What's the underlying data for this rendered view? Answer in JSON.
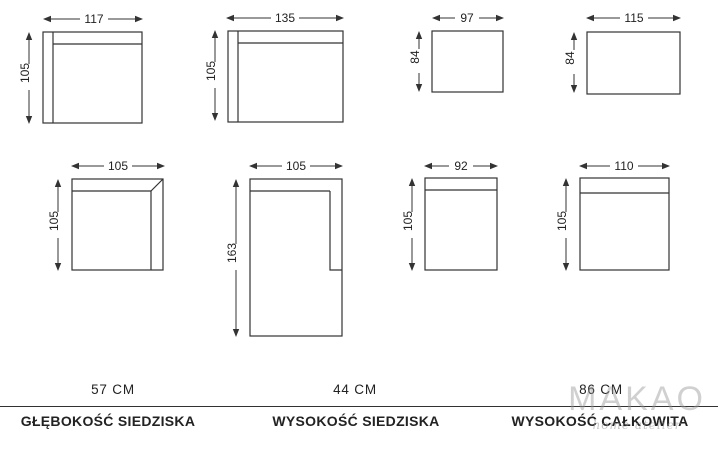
{
  "modules": [
    {
      "width": "117",
      "height": "105",
      "shape": "armrest-left"
    },
    {
      "width": "135",
      "height": "105",
      "shape": "armrest-left"
    },
    {
      "width": "97",
      "height": "84",
      "shape": "plain"
    },
    {
      "width": "115",
      "height": "84",
      "shape": "plain"
    },
    {
      "width": "105",
      "height": "105",
      "shape": "corner"
    },
    {
      "width": "105",
      "height": "163",
      "shape": "chaise"
    },
    {
      "width": "92",
      "height": "105",
      "shape": "armless"
    },
    {
      "width": "110",
      "height": "105",
      "shape": "armless"
    }
  ],
  "metrics": [
    {
      "label": "GŁĘBOKOŚĆ SIEDZISKA",
      "value": "57 CM"
    },
    {
      "label": "WYSOKOŚĆ SIEDZISKA",
      "value": "44 CM"
    },
    {
      "label": "WYSOKOŚĆ CAŁKOWITA",
      "value": "86 CM"
    }
  ],
  "logo": {
    "name": "MAKAO",
    "tagline": "home atelier"
  },
  "colors": {
    "line": "#333333",
    "text": "#222222",
    "logo": "#969696"
  }
}
